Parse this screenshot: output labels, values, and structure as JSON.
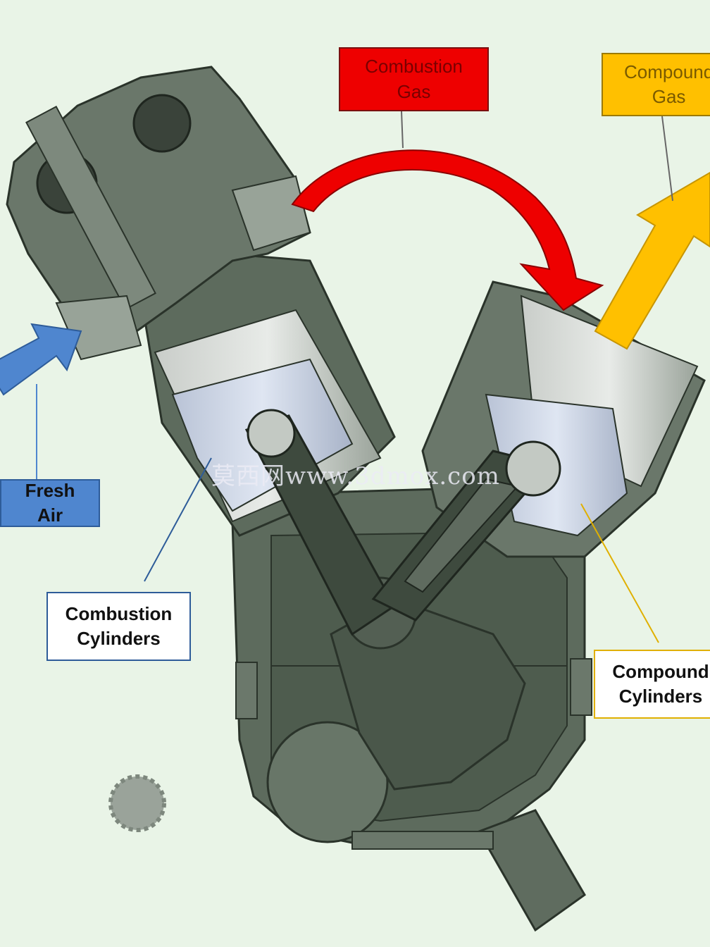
{
  "labels": {
    "combustion_gas": "Combustion\nGas",
    "compound_gas": "Compound\nGas",
    "fresh_air": "Fresh\nAir",
    "combustion_cylinders": "Combustion\nCylinders",
    "compound_cylinders": "Compound\nCylinders"
  },
  "watermark": "莫西网www.3dmox.com",
  "colors": {
    "background": "#e9f4e7",
    "combustion_gas": "#ee0000",
    "compound_gas": "#ffc000",
    "fresh_air": "#4f86cf",
    "engine_body": "#5d6b5d"
  }
}
